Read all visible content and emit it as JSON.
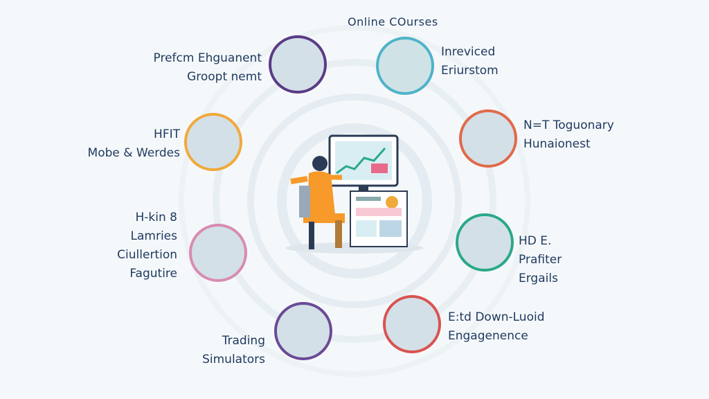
{
  "center_title": "Online COurses",
  "nodes": [
    {
      "label_lines": [
        "Prefcm Ehguanent",
        "Groopt nemt"
      ],
      "color": "#5b3a86"
    },
    {
      "label_lines": [
        "Inreviced",
        "Eriurstom"
      ],
      "color": "#4fb3c9"
    },
    {
      "label_lines": [
        "HFIT",
        "Mobe & Werdes"
      ],
      "color": "#f0a93b"
    },
    {
      "label_lines": [
        "N=T Toguonary",
        "Hunaionest"
      ],
      "color": "#e06a4a"
    },
    {
      "label_lines": [
        "H-kin 8",
        "Lamries",
        "Ciullertion",
        "Fagutire"
      ],
      "color": "#d98bb0"
    },
    {
      "label_lines": [
        "HD E.",
        "Prafiter",
        "Ergails"
      ],
      "color": "#2aa88a"
    },
    {
      "label_lines": [
        "Trading",
        "Simulators"
      ],
      "color": "#6a4a94"
    },
    {
      "label_lines": [
        "E:td Down-Luoid",
        "Engagenence"
      ],
      "color": "#d9534f"
    }
  ]
}
